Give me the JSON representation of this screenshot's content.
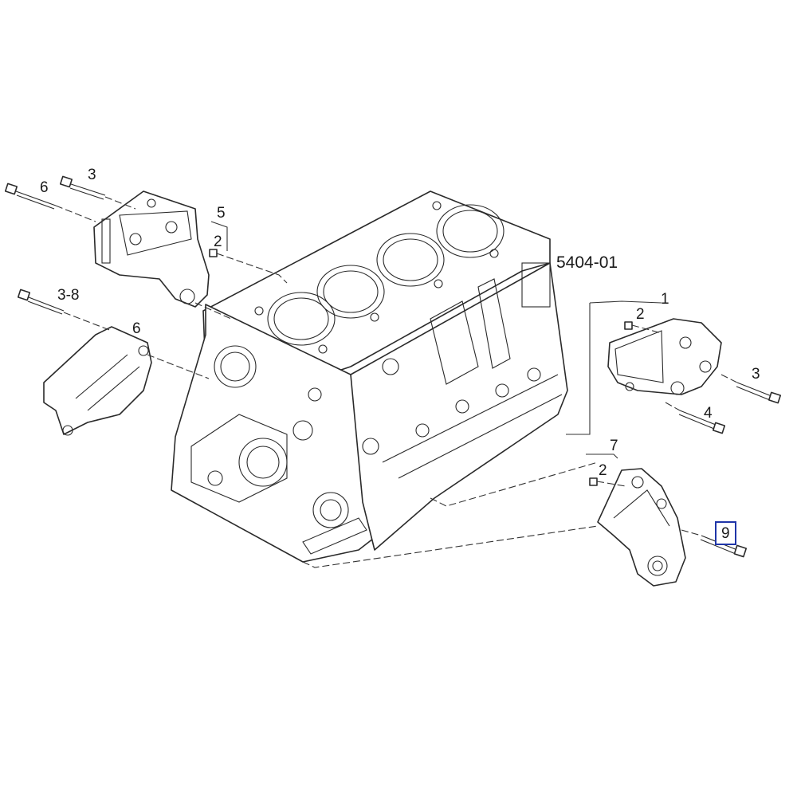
{
  "diagram": {
    "id_label": "5404-01",
    "callouts": {
      "bolt_top_left": "6",
      "bolt_top_mid": "3",
      "bracket_top_left": "5",
      "nut_top_left": "2",
      "bolt_mid_left": "3-8",
      "shield_left": "6",
      "bracket_right": "1",
      "nut_right": "2",
      "bolt_right_a": "3",
      "bolt_right_b": "4",
      "bracket_lower_right": "7",
      "nut_lower_right": "2",
      "bolt_lower_right": "9"
    },
    "highlight_color": "#1f35a8"
  }
}
